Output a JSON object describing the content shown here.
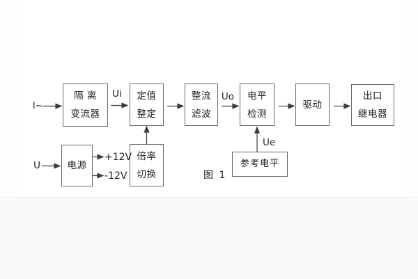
{
  "figure": {
    "caption": "图 1",
    "description_type": "block-diagram"
  },
  "labels": {
    "input_current": "I~",
    "input_voltage": "U",
    "signal_ui": "Ui",
    "signal_uo": "Uo",
    "signal_ue": "Ue",
    "rail_plus12v": "+12V",
    "rail_minus12v": "-12V"
  },
  "blocks": {
    "isolation": {
      "line1": "隔 离",
      "line2": "变流器"
    },
    "setting": {
      "line1": "定值",
      "line2": "整定"
    },
    "rectify": {
      "line1": "整流",
      "line2": "滤波"
    },
    "level": {
      "line1": "电平",
      "line2": "检测"
    },
    "drive": {
      "line1": "驱动"
    },
    "output": {
      "line1": "出口",
      "line2": "继电器"
    },
    "power": {
      "line1": "电源"
    },
    "ratio": {
      "line1": "倍率",
      "line2": "切换"
    },
    "reference": {
      "line1": "参考电平"
    }
  },
  "colors": {
    "box_border": "#666666",
    "wire": "#3c3c3c",
    "text": "#222222",
    "sheet": "#ffffff",
    "page_band": "#f9f9f9"
  }
}
